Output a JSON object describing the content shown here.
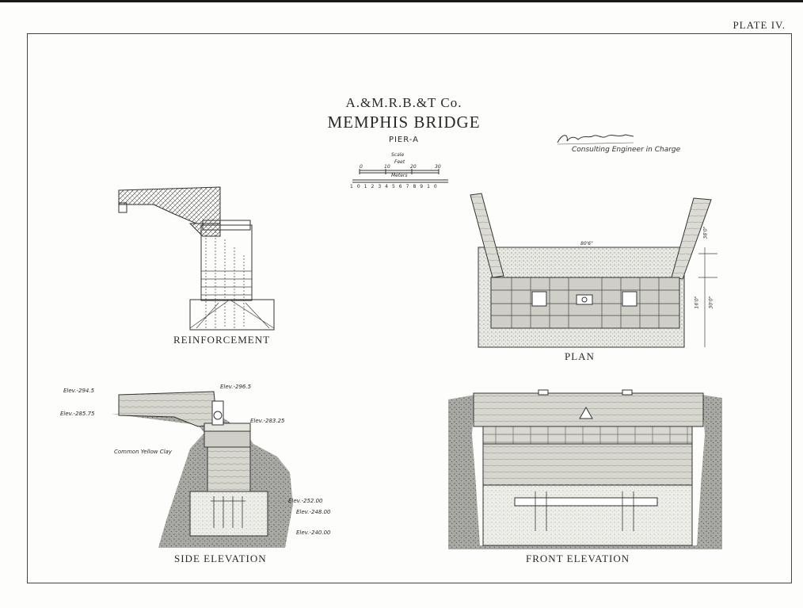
{
  "plate": "PLATE IV.",
  "title": {
    "company": "A.&M.R.B.&T Co.",
    "bridge": "MEMPHIS BRIDGE",
    "pier": "PIER-A"
  },
  "scale": {
    "label": "Scale",
    "feet_label": "Feet",
    "feet_ticks": [
      "0",
      "10",
      "20",
      "30"
    ],
    "meters_label": "Meters",
    "meter_ticks": [
      "1",
      "0",
      "1",
      "2",
      "3",
      "4",
      "5",
      "6",
      "7",
      "8",
      "9",
      "10"
    ]
  },
  "signature": {
    "name": "Ralph Modjeski",
    "role": "Consulting Engineer in Charge"
  },
  "views": {
    "reinforcement": "REINFORCEMENT",
    "plan": "PLAN",
    "side_elevation": "SIDE ELEVATION",
    "front_elevation": "FRONT ELEVATION"
  },
  "plan_dims": {
    "width": "80'6\"",
    "a": "38'0\"",
    "b": "16'0\"",
    "c": "30'0\""
  },
  "side_labels": {
    "e1": "Elev.-294.5",
    "e2": "Elev.-285.75",
    "e3": "Elev.-296.5",
    "e4": "Elev.-283.25",
    "soil": "Common Yellow Clay",
    "e5": "Elev.-252.00",
    "e6": "Elev.-248.00",
    "e7": "Elev.-240.00"
  }
}
